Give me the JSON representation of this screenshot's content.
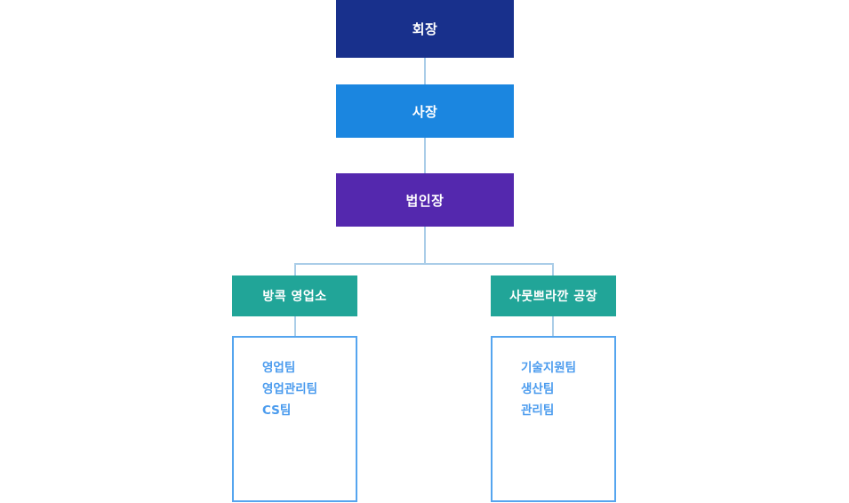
{
  "chart": {
    "type": "org-chart",
    "background_color": "#ffffff",
    "connector_color": "#aacde8",
    "levels": [
      {
        "level": 1,
        "nodes": [
          {
            "id": "chairman",
            "label": "회장",
            "color": "#18308c",
            "text_color": "#ffffff"
          }
        ]
      },
      {
        "level": 2,
        "nodes": [
          {
            "id": "president",
            "label": "사장",
            "color": "#1b86e0",
            "text_color": "#ffffff"
          }
        ]
      },
      {
        "level": 3,
        "nodes": [
          {
            "id": "corporate-head",
            "label": "법인장",
            "color": "#5428ae",
            "text_color": "#ffffff"
          }
        ]
      },
      {
        "level": 4,
        "nodes": [
          {
            "id": "bangkok-office",
            "label": "방콕 영업소",
            "color": "#21a598",
            "text_color": "#ffffff"
          },
          {
            "id": "samutprakan-factory",
            "label": "사뭇쁘라깐 공장",
            "color": "#21a598",
            "text_color": "#ffffff"
          }
        ]
      }
    ],
    "team_boxes": [
      {
        "id": "bangkok-teams",
        "parent": "bangkok-office",
        "border_color": "#55a5ef",
        "text_color": "#4a9bee",
        "teams": [
          "영업팀",
          "영업관리팀",
          "CS팀"
        ]
      },
      {
        "id": "samutprakan-teams",
        "parent": "samutprakan-factory",
        "border_color": "#55a5ef",
        "text_color": "#4a9bee",
        "teams": [
          "기술지원팀",
          "생산팀",
          "관리팀"
        ]
      }
    ]
  }
}
